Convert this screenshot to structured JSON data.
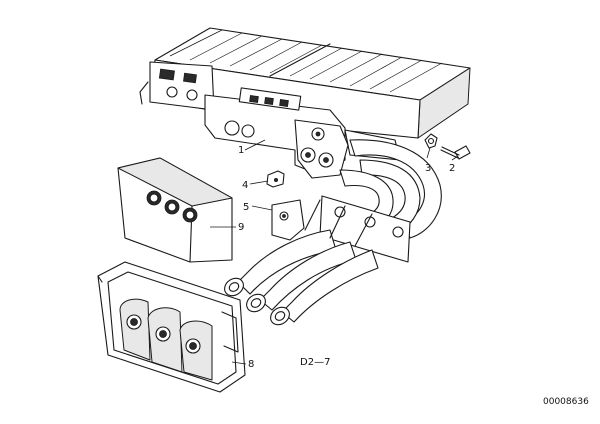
{
  "callouts": [
    {
      "id": "c1",
      "label": "1"
    },
    {
      "id": "c2",
      "label": "2"
    },
    {
      "id": "c3",
      "label": "3"
    },
    {
      "id": "c4",
      "label": "4"
    },
    {
      "id": "c5",
      "label": "5"
    },
    {
      "id": "c8",
      "label": "8"
    },
    {
      "id": "c9",
      "label": "9"
    }
  ],
  "reference_code": "D2—7",
  "catalog_number": "00008636"
}
